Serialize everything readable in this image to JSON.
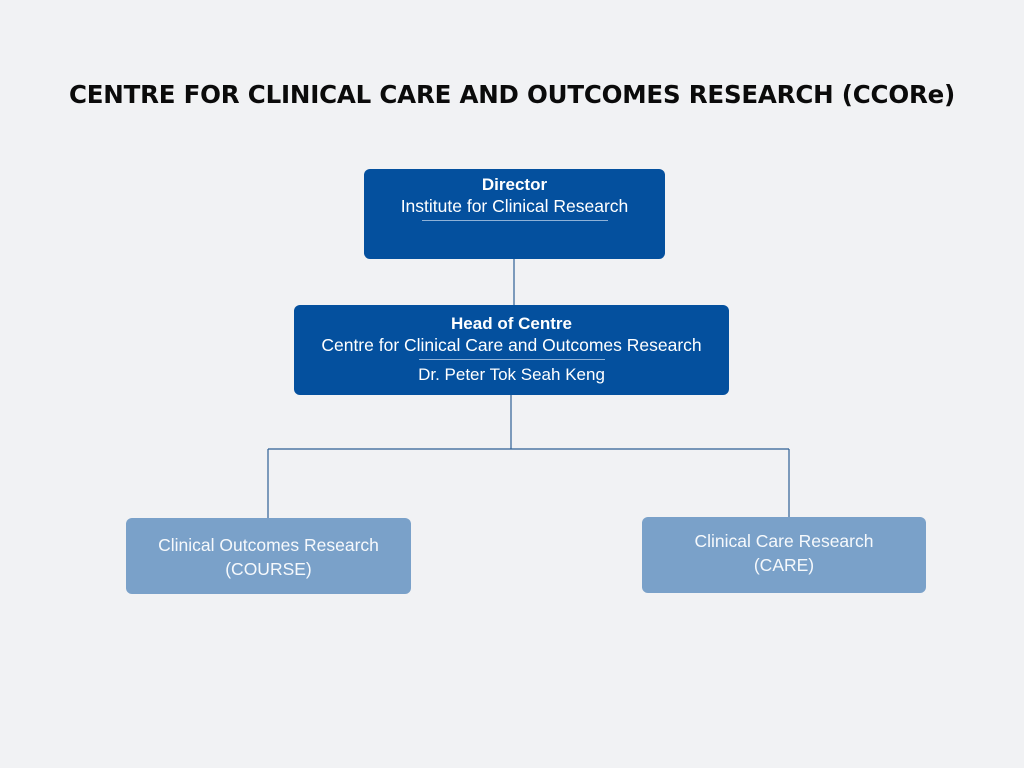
{
  "title": "CENTRE FOR CLINICAL CARE AND OUTCOMES RESEARCH (CCORe)",
  "director": {
    "role": "Director",
    "org": "Institute for Clinical Research"
  },
  "head": {
    "role": "Head of Centre",
    "org": "Centre for Clinical Care and Outcomes Research",
    "person": "Dr. Peter Tok Seah Keng"
  },
  "units": [
    {
      "name": "Clinical Outcomes Research",
      "abbr": "(COURSE)"
    },
    {
      "name": "Clinical Care Research",
      "abbr": "(CARE)"
    }
  ],
  "colors": {
    "dark_box": "#04509e",
    "light_box": "#7aa1c9",
    "connector": "#2f5f95",
    "background": "#f1f2f4"
  }
}
